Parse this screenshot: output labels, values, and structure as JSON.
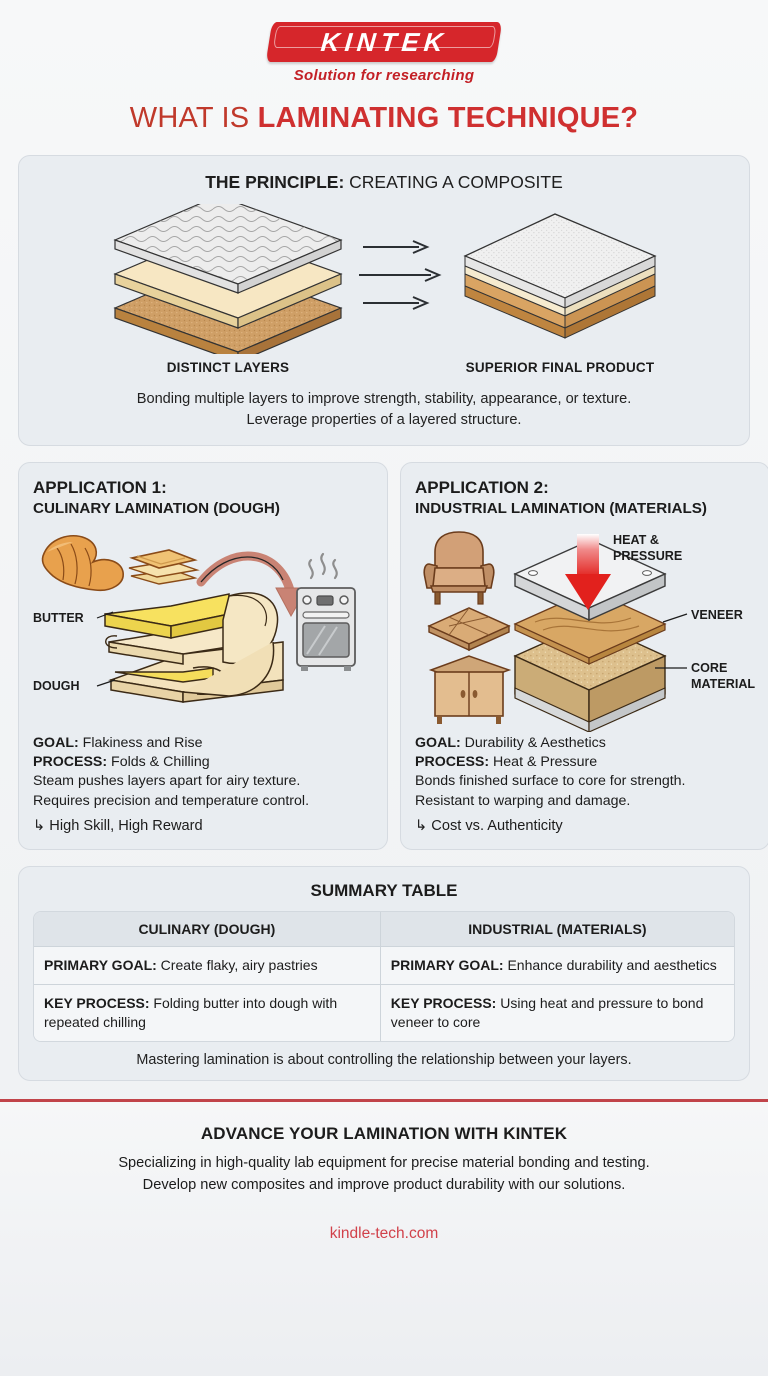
{
  "brand": {
    "logo_text": "KINTEK",
    "tagline": "Solution for researching",
    "logo_color": "#d6262b",
    "tagline_color": "#c32026"
  },
  "header": {
    "title_light": "WHAT IS ",
    "title_bold": "LAMINATING TECHNIQUE?",
    "title_color": "#cf3030"
  },
  "principle": {
    "heading_bold": "THE PRINCIPLE:",
    "heading_rest": " CREATING A COMPOSITE",
    "left_caption": "DISTINCT LAYERS",
    "right_caption": "SUPERIOR FINAL PRODUCT",
    "description_line1": "Bonding multiple layers to improve strength, stability, appearance, or texture.",
    "description_line2": "Leverage properties of a layered structure.",
    "layer_colors": {
      "top": "#e8e8e8",
      "middle": "#f5e3bd",
      "bottom": "#c99c63"
    }
  },
  "applications": [
    {
      "title": "APPLICATION 1:",
      "subtitle": "CULINARY LAMINATION (DOUGH)",
      "diagram_labels": [
        "BUTTER",
        "DOUGH"
      ],
      "goal_label": "GOAL:",
      "goal_value": " Flakiness and Rise",
      "process_label": "PROCESS:",
      "process_value": " Folds & Chilling",
      "detail_line1": "Steam pushes layers apart for airy texture.",
      "detail_line2": "Requires precision and temperature control.",
      "note_arrow": "↳",
      "note": "High Skill, High Reward"
    },
    {
      "title": "APPLICATION 2:",
      "subtitle": "INDUSTRIAL LAMINATION (MATERIALS)",
      "diagram_labels": [
        "HEAT &",
        "PRESSURE",
        "VENEER",
        "CORE",
        "MATERIAL"
      ],
      "goal_label": "GOAL:",
      "goal_value": " Durability & Aesthetics",
      "process_label": "PROCESS:",
      "process_value": " Heat & Pressure",
      "detail_line1": "Bonds finished surface to core for strength.",
      "detail_line2": "Resistant to warping and damage.",
      "note_arrow": "↳",
      "note": "Cost vs. Authenticity"
    }
  ],
  "summary": {
    "title": "SUMMARY TABLE",
    "columns": [
      "CULINARY (DOUGH)",
      "INDUSTRIAL (MATERIALS)"
    ],
    "rows": [
      {
        "left_label": "PRIMARY GOAL:",
        "left_value": " Create flaky, airy pastries",
        "right_label": "PRIMARY GOAL:",
        "right_value": " Enhance durability and aesthetics"
      },
      {
        "left_label": "KEY PROCESS:",
        "left_value": " Folding butter into dough with repeated chilling",
        "right_label": "KEY PROCESS:",
        "right_value": " Using heat and pressure to bond veneer to core"
      }
    ],
    "footer_note": "Mastering lamination is about controlling the relationship between your layers."
  },
  "footer": {
    "title": "ADVANCE YOUR LAMINATION WITH KINTEK",
    "line1": "Specializing in high-quality lab equipment for precise material bonding and testing.",
    "line2": "Develop new composites and improve product durability with our solutions.",
    "url": "kindle-tech.com",
    "url_color": "#d1414a",
    "rule_color": "#b9262c"
  }
}
